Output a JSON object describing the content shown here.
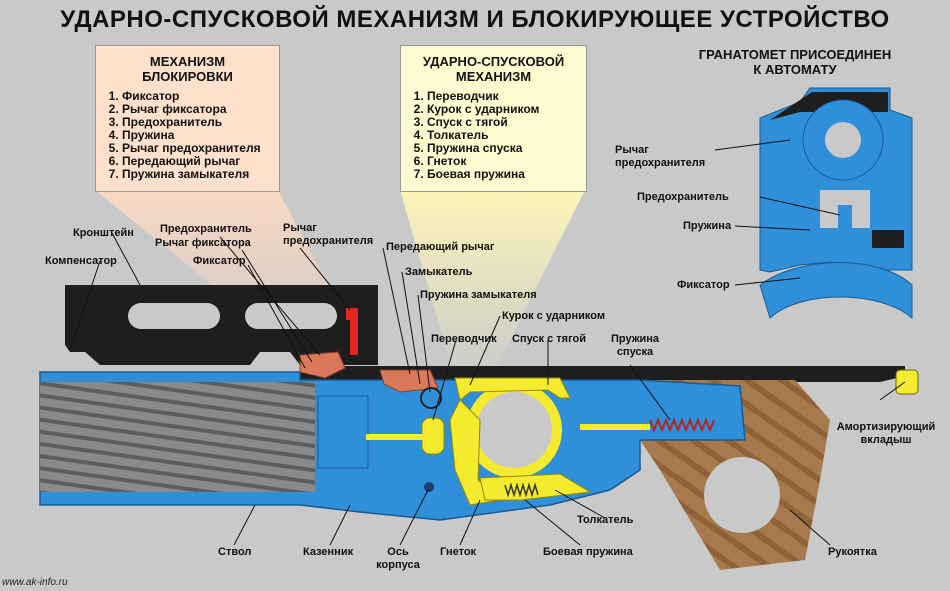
{
  "title": "УДАРНО-СПУСКОВОЙ МЕХАНИЗМ И БЛОКИРУЮЩЕЕ УСТРОЙСТВО",
  "blocking_box": {
    "title_line1": "МЕХАНИЗМ",
    "title_line2": "БЛОКИРОВКИ",
    "items": [
      "Фиксатор",
      "Рычаг фиксатора",
      "Предохранитель",
      "Пружина",
      "Рычаг предохранителя",
      "Передающий рычаг",
      "Пружина замыкателя"
    ]
  },
  "trigger_box": {
    "title_line1": "УДАРНО-СПУСКОВОЙ",
    "title_line2": "МЕХАНИЗМ",
    "items": [
      "Переводчик",
      "Курок с ударником",
      "Спуск с тягой",
      "Толкатель",
      "Пружина спуска",
      "Гнеток",
      "Боевая пружина"
    ]
  },
  "inset": {
    "title_line1": "ГРАНАТОМЕТ ПРИСОЕДИНЕН",
    "title_line2": "К АВТОМАТУ",
    "labels": {
      "lever_line1": "Рычаг",
      "lever_line2": "предохранителя",
      "safety": "Предохранитель",
      "spring": "Пружина",
      "latch": "Фиксатор"
    }
  },
  "labels": {
    "bracket": "Кронштейн",
    "compensator": "Компенсатор",
    "safety": "Предохранитель",
    "latch_lever": "Рычаг фиксатора",
    "latch": "Фиксатор",
    "safety_lever_line1": "Рычаг",
    "safety_lever_line2": "предохранителя",
    "transfer_lever": "Передающий рычаг",
    "closer": "Замыкатель",
    "closer_spring": "Пружина замыкателя",
    "hammer": "Курок с ударником",
    "selector": "Переводчик",
    "trigger_rod": "Спуск с тягой",
    "trigger_spring_line1": "Пружина",
    "trigger_spring_line2": "спуска",
    "buffer_line1": "Амортизирующий",
    "buffer_line2": "вкладыш",
    "pusher": "Толкатель",
    "barrel": "Ствол",
    "breech": "Казенник",
    "axis_line1": "Ось",
    "axis_line2": "корпуса",
    "gnetok": "Гнеток",
    "mainspring": "Боевая пружина",
    "grip": "Рукоятка"
  },
  "watermark": "www.ak-info.ru",
  "colors": {
    "body_blue": "#2f8fd8",
    "yellow": "#f4ea2e",
    "grip_brown": "#a77a4d",
    "blocking_box_bg": "#fde1cc",
    "trigger_box_bg": "#fffbd0",
    "red": "#e0281e",
    "salmon": "#d9795a"
  }
}
